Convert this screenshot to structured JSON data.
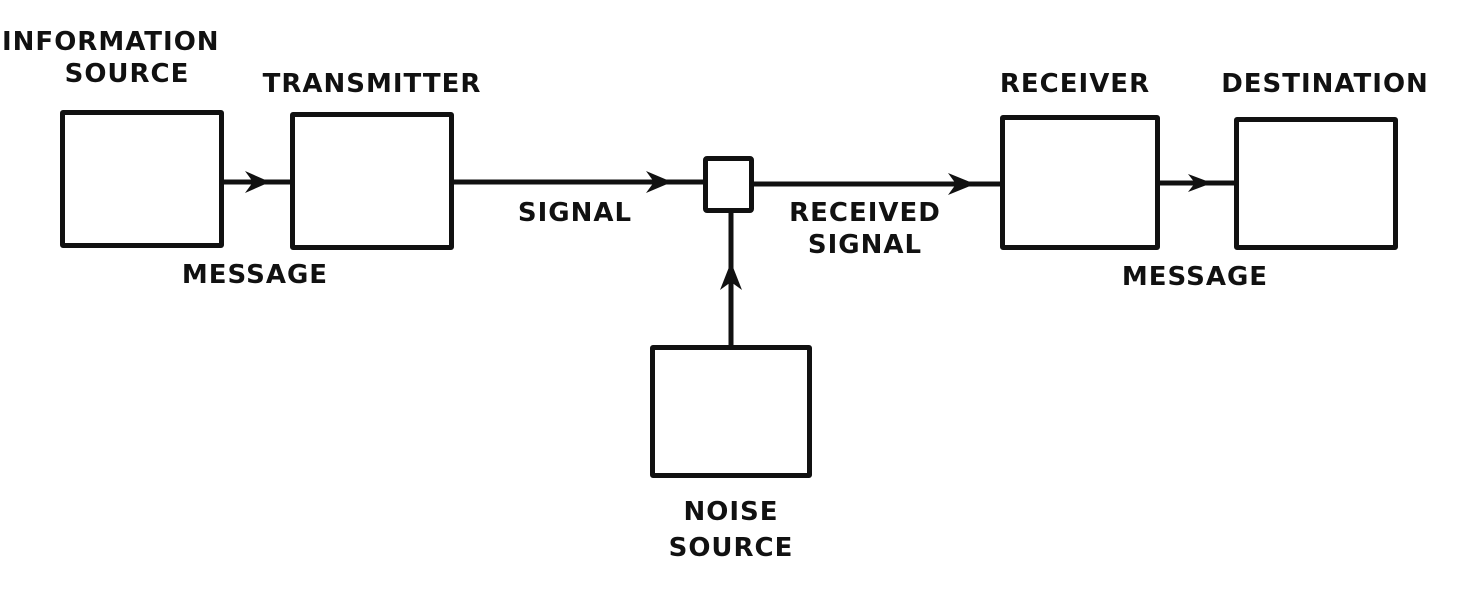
{
  "diagram": {
    "title": "Schematic diagram of a general communication system",
    "colors": {
      "ink": "#111111",
      "background": "#ffffff"
    },
    "nodes": [
      {
        "id": "information-source",
        "label_lines": [
          "INFORMATION",
          "SOURCE"
        ]
      },
      {
        "id": "transmitter",
        "label_lines": [
          "TRANSMITTER"
        ]
      },
      {
        "id": "noise-junction",
        "label_lines": []
      },
      {
        "id": "noise-source",
        "label_lines": [
          "NOISE",
          "SOURCE"
        ]
      },
      {
        "id": "receiver",
        "label_lines": [
          "RECEIVER"
        ]
      },
      {
        "id": "destination",
        "label_lines": [
          "DESTINATION"
        ]
      }
    ],
    "edges": [
      {
        "from": "information-source",
        "to": "transmitter",
        "label": "MESSAGE"
      },
      {
        "from": "transmitter",
        "to": "noise-junction",
        "label": "SIGNAL"
      },
      {
        "from": "noise-junction",
        "to": "receiver",
        "label_lines": [
          "RECEIVED",
          "SIGNAL"
        ]
      },
      {
        "from": "noise-source",
        "to": "noise-junction",
        "label": ""
      },
      {
        "from": "receiver",
        "to": "destination",
        "label": "MESSAGE"
      }
    ]
  }
}
